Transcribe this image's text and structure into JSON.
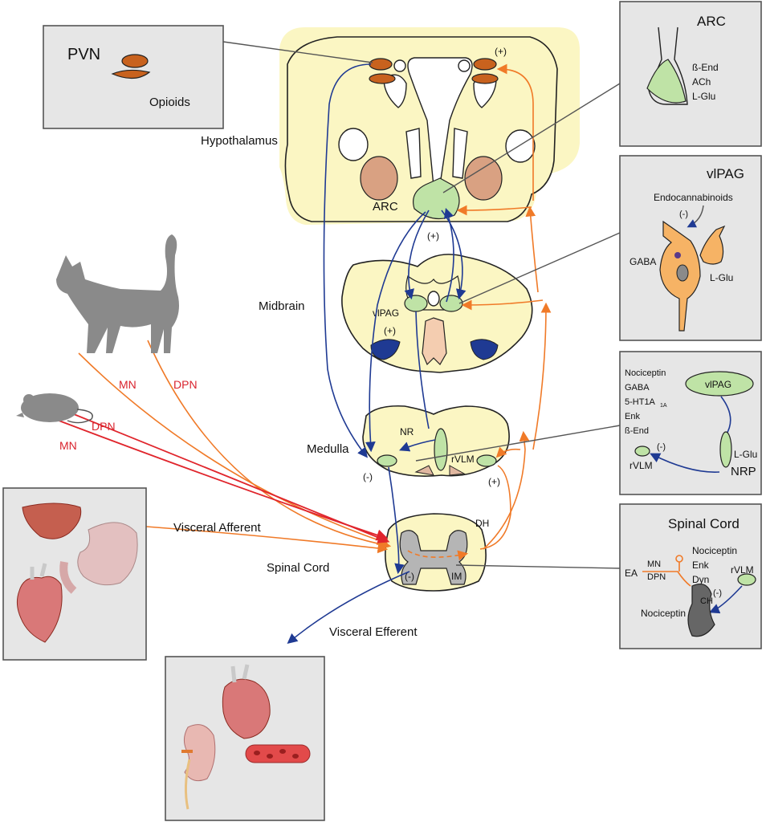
{
  "regions": {
    "hypothalamus": "Hypothalamus",
    "midbrain": "Midbrain",
    "medulla": "Medulla",
    "spinal_cord": "Spinal Cord"
  },
  "nuclei": {
    "arc": "ARC",
    "vlpag": "vlPAG",
    "nr": "NR",
    "rvlm": "rVLM",
    "dh": "DH",
    "im": "IM"
  },
  "signs": {
    "plus": "(+)",
    "minus": "(-)"
  },
  "pathways": {
    "mn": "MN",
    "dpn": "DPN",
    "visceral_afferent": "Visceral Afferent",
    "visceral_efferent": "Visceral Efferent"
  },
  "pvn_box": {
    "title": "PVN",
    "label": "Opioids"
  },
  "arc_box": {
    "title": "ARC",
    "items": [
      "ß-End",
      "ACh",
      "L-Glu"
    ]
  },
  "vlpag_box": {
    "title": "vlPAG",
    "endocannabinoids": "Endocannabinoids",
    "minus": "(-)",
    "gaba": "GABA",
    "lglu": "L-Glu"
  },
  "nrp_box": {
    "items": [
      "Nociceptin",
      "GABA",
      "5-HT1A",
      "Enk",
      "ß-End"
    ],
    "sub_1a": "1A",
    "vlpag": "vlPAG",
    "minus": "(-)",
    "rvlm": "rVLM",
    "lglu": "L-Glu",
    "nrp": "NRP"
  },
  "spinal_box": {
    "title": "Spinal Cord",
    "ea": "EA",
    "mn": "MN",
    "dpn": "DPN",
    "items": [
      "Nociceptin",
      "Enk",
      "Dyn"
    ],
    "rvlm": "rVLM",
    "ch": "CH",
    "minus": "(-)",
    "nociceptin": "Nociceptin"
  },
  "colors": {
    "blue": "#1f3a93",
    "orange": "#f07a28",
    "red": "#e0252c",
    "cream": "#fbf6c3",
    "green": "#bfe3a6",
    "brown": "#c8621e",
    "box": "#e6e6e6"
  }
}
